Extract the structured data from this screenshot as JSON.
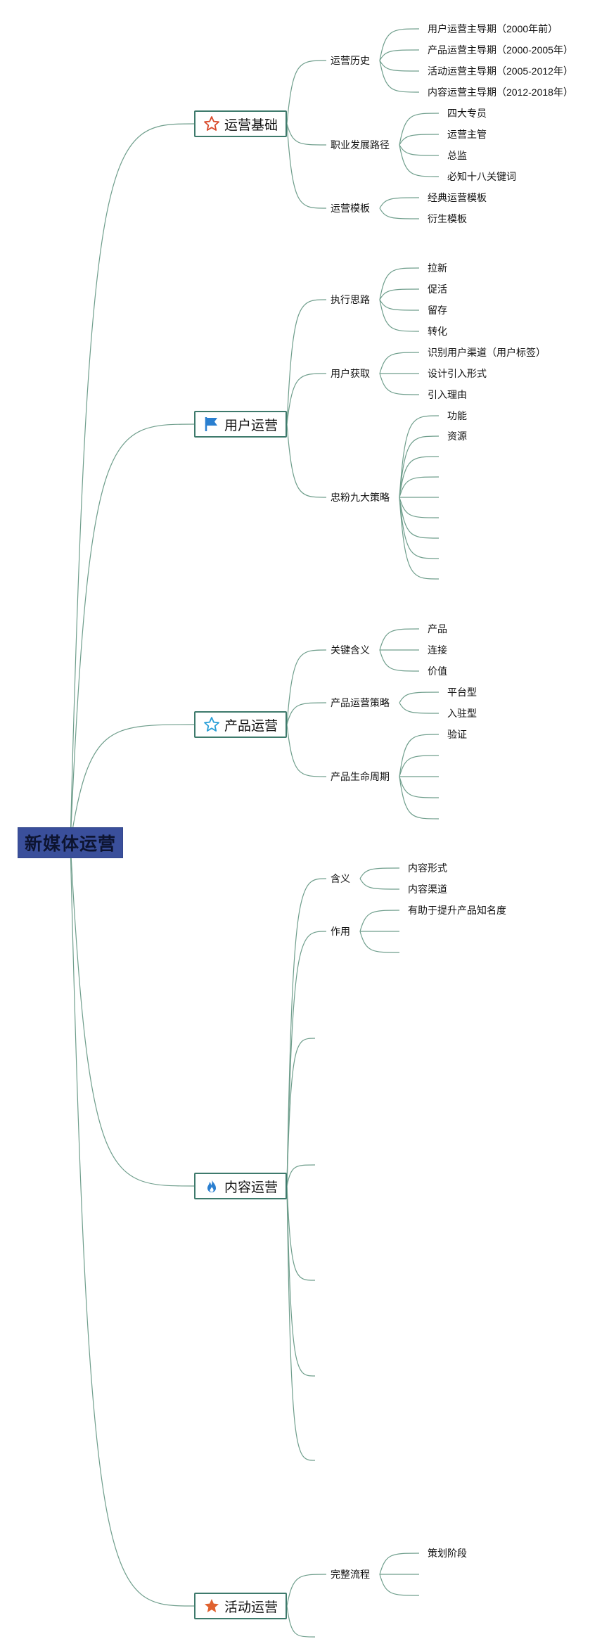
{
  "root": {
    "label": "新媒体运营"
  },
  "branches": [
    {
      "label": "运营基础",
      "icon": "star-outline-icon",
      "icon_color": "#d94a2b",
      "children": [
        {
          "label": "运营历史",
          "children": [
            "用户运营主导期（2000年前）",
            "产品运营主导期（2000-2005年）",
            "活动运营主导期（2005-2012年）",
            "内容运营主导期（2012-2018年）"
          ]
        },
        {
          "label": "职业发展路径",
          "children": [
            "四大专员",
            "运营主管",
            "总监",
            "必知十八关键词"
          ]
        },
        {
          "label": "运营模板",
          "children": [
            "经典运营模板",
            "衍生模板"
          ]
        }
      ]
    },
    {
      "label": "用户运营",
      "icon": "flag-icon",
      "icon_color": "#2a7fd0",
      "children": [
        {
          "label": "执行思路",
          "children": [
            "拉新",
            "促活",
            "留存",
            "转化"
          ]
        },
        {
          "label": "用户获取",
          "children": [
            "识别用户渠道（用户标签）",
            "设计引入形式",
            "引入理由"
          ]
        },
        {
          "label": "忠粉九大策略",
          "children": [
            "功能",
            "资源",
            "",
            "",
            "",
            "",
            "",
            "",
            ""
          ]
        }
      ]
    },
    {
      "label": "产品运营",
      "icon": "star-outline-icon",
      "icon_color": "#2aa0d8",
      "children": [
        {
          "label": "关键含义",
          "children": [
            "产品",
            "连接",
            "价值"
          ]
        },
        {
          "label": "产品运营策略",
          "children": [
            "平台型",
            "入驻型"
          ]
        },
        {
          "label": "产品生命周期",
          "children": [
            "验证",
            "",
            "",
            "",
            ""
          ]
        }
      ]
    },
    {
      "label": "内容运营",
      "icon": "flame-icon",
      "icon_color": "#2a7fd0",
      "children": [
        {
          "label": "含义",
          "children": [
            "内容形式",
            "内容渠道"
          ]
        },
        {
          "label": "作用",
          "children": [
            "有助于提升产品知名度",
            "",
            ""
          ]
        },
        {
          "label": "",
          "children": []
        },
        {
          "label": "",
          "children": []
        },
        {
          "label": "",
          "children": []
        },
        {
          "label": "",
          "children": []
        },
        {
          "label": "",
          "children": []
        }
      ]
    },
    {
      "label": "活动运营",
      "icon": "star-filled-icon",
      "icon_color": "#e0622f",
      "children": [
        {
          "label": "完整流程",
          "children": [
            "策划阶段",
            "",
            ""
          ]
        },
        {
          "label": "",
          "children": []
        }
      ]
    }
  ]
}
